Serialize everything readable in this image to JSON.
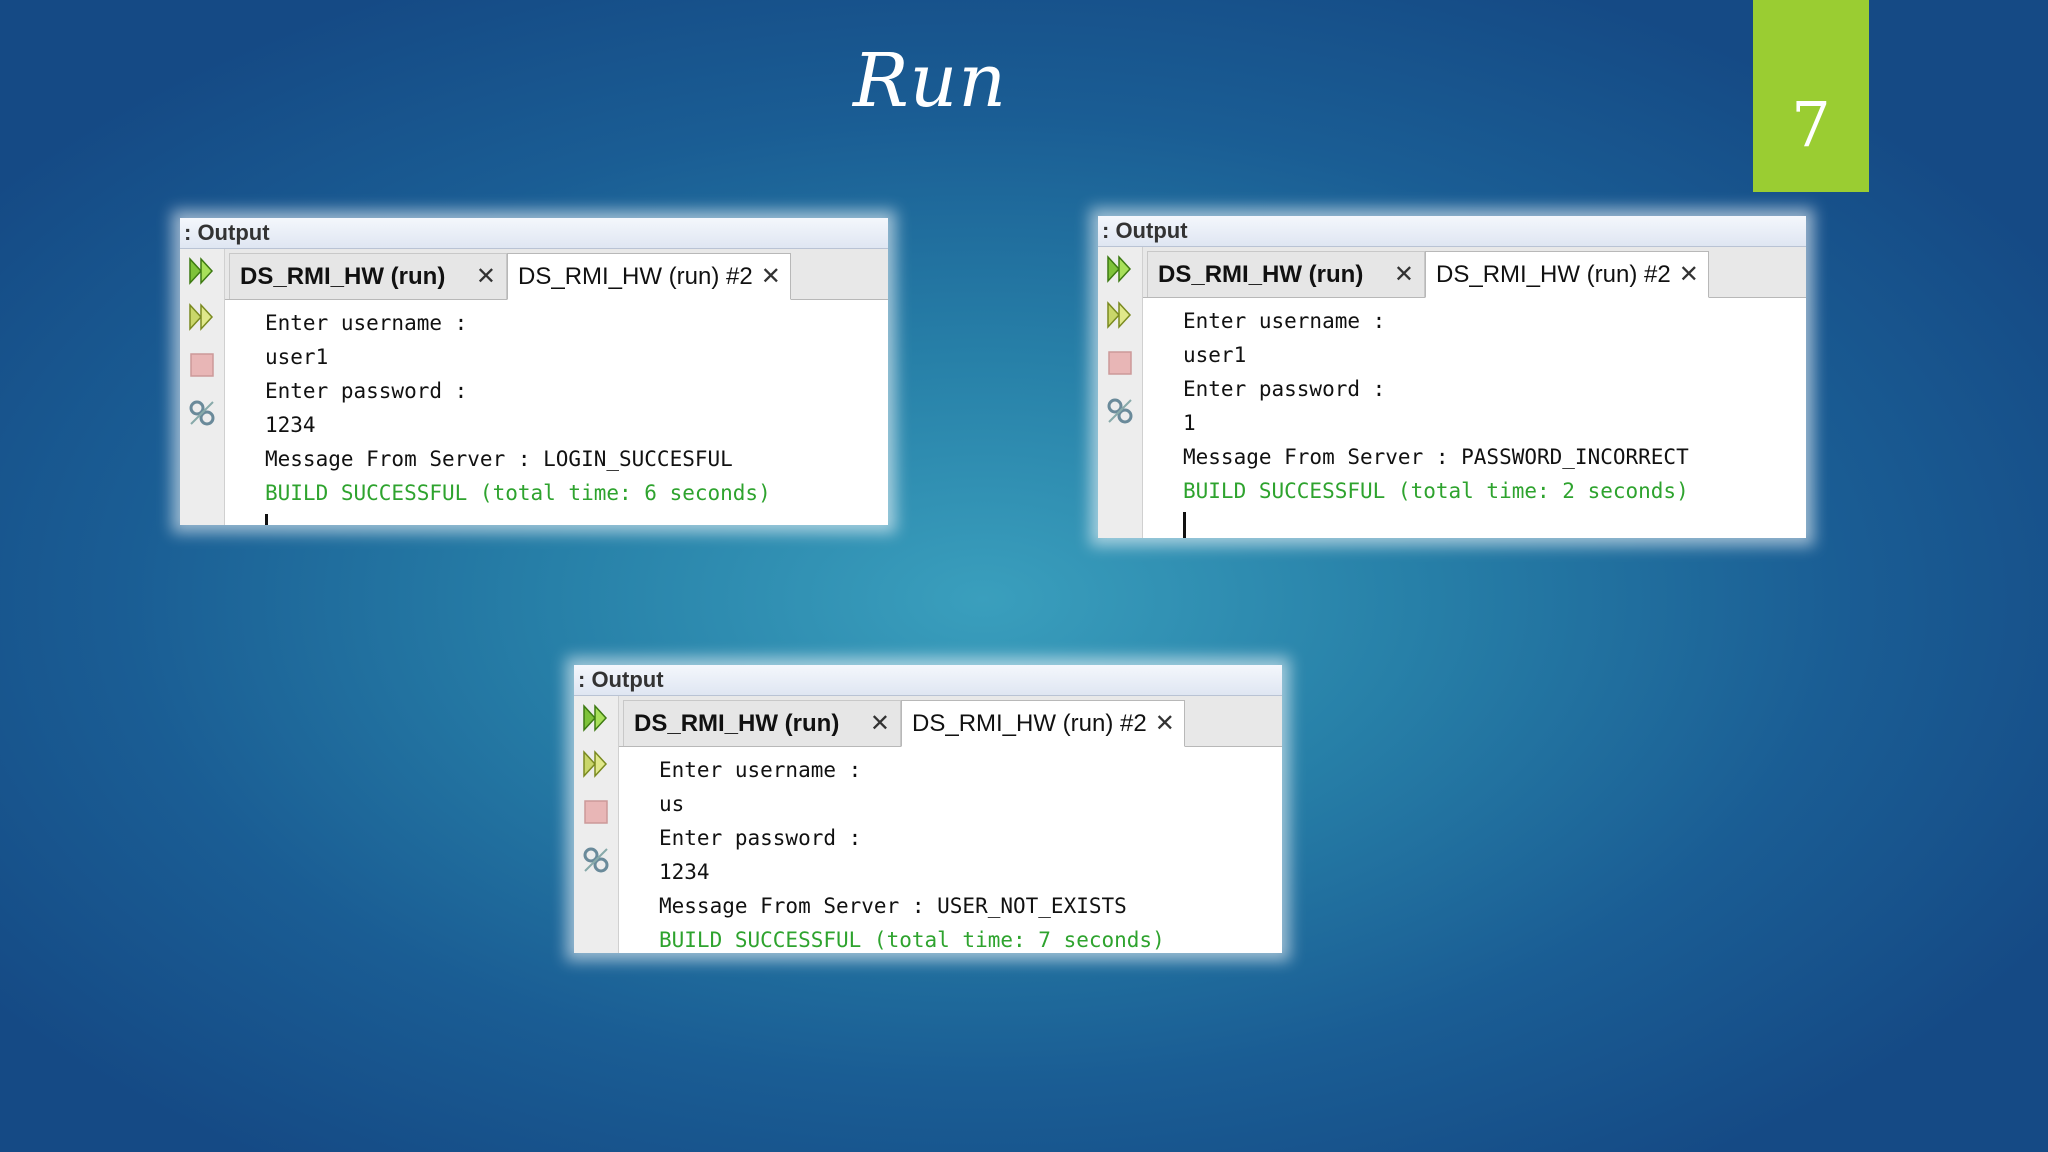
{
  "slide": {
    "title": "Run",
    "page_number": "7"
  },
  "panels": [
    {
      "header": ": Output",
      "tabs": [
        {
          "label": "DS_RMI_HW (run)"
        },
        {
          "label": "DS_RMI_HW (run) #2"
        }
      ],
      "lines": [
        "Enter username :",
        "user1",
        "Enter password :",
        "1234",
        "Message From Server : LOGIN_SUCCESFUL"
      ],
      "build_line": "BUILD SUCCESSFUL (total time: 6 seconds)"
    },
    {
      "header": ": Output",
      "tabs": [
        {
          "label": "DS_RMI_HW (run)"
        },
        {
          "label": "DS_RMI_HW (run) #2"
        }
      ],
      "lines": [
        "Enter username :",
        "user1",
        "Enter password :",
        "1",
        "Message From Server : PASSWORD_INCORRECT"
      ],
      "build_line": "BUILD SUCCESSFUL (total time: 2 seconds)"
    },
    {
      "header": ": Output",
      "tabs": [
        {
          "label": "DS_RMI_HW (run)"
        },
        {
          "label": "DS_RMI_HW (run) #2"
        }
      ],
      "lines": [
        "Enter username :",
        "us",
        "Enter password :",
        "1234",
        "Message From Server : USER_NOT_EXISTS"
      ],
      "build_line": "BUILD SUCCESSFUL (total time: 7 seconds)"
    }
  ],
  "icons": {
    "toolbar": [
      "rerun-icon",
      "rerun-with-params-icon",
      "stop-icon",
      "settings-icon"
    ],
    "tab_close": "close-icon"
  },
  "colors": {
    "accent_badge": "#9acd32",
    "build_success": "#2ea32e"
  }
}
